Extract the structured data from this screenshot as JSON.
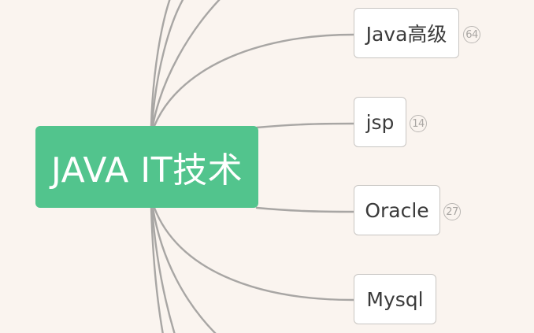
{
  "mindmap": {
    "root": {
      "label": "JAVA IT技术",
      "color": "#52c48d"
    },
    "children": [
      {
        "label": "Java高级",
        "count": "64"
      },
      {
        "label": "jsp",
        "count": "14"
      },
      {
        "label": "Oracle",
        "count": "27"
      },
      {
        "label": "Mysql",
        "count": null
      }
    ],
    "connector_color": "#a8a6a4",
    "background": "#faf4ef"
  }
}
